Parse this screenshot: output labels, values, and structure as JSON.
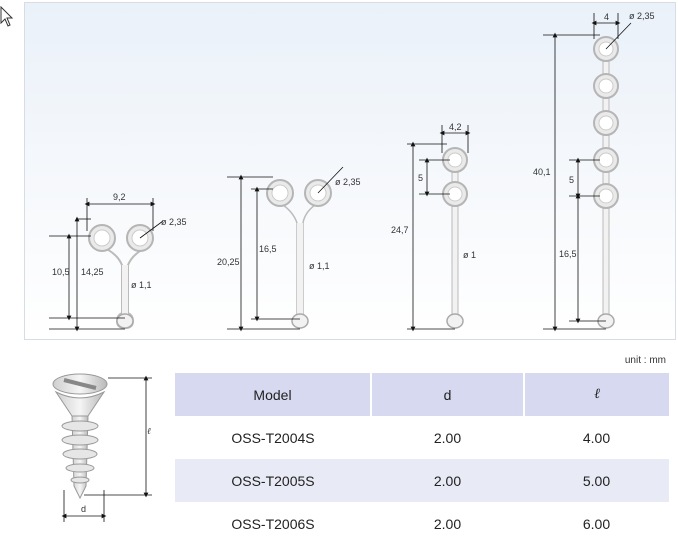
{
  "figure": {
    "plates": [
      {
        "dims": {
          "width": "9,2",
          "hole_dia": "ø 2,35",
          "len_a": "10,5",
          "len_b": "14,25",
          "stem_dia": "ø 1,1"
        }
      },
      {
        "dims": {
          "hole_dia": "ø 2,35",
          "len_a": "16,5",
          "len_b": "20,25",
          "stem_dia": "ø 1,1"
        }
      },
      {
        "dims": {
          "width": "4,2",
          "pitch": "5",
          "len": "24,7",
          "stem_dia": "ø 1"
        }
      },
      {
        "dims": {
          "width": "4",
          "hole_dia": "ø 2,35",
          "pitch": "5",
          "len_a": "16,5",
          "len_b": "40,1"
        }
      }
    ]
  },
  "screw_figure": {
    "length_label": "ℓ",
    "diameter_label": "d"
  },
  "unit_label": "unit : mm",
  "spec_table": {
    "headers": [
      "Model",
      "d",
      "ℓ"
    ],
    "rows": [
      [
        "OSS-T2004S",
        "2.00",
        "4.00"
      ],
      [
        "OSS-T2005S",
        "2.00",
        "5.00"
      ],
      [
        "OSS-T2006S",
        "2.00",
        "6.00"
      ]
    ]
  },
  "colors": {
    "table_header": "#d6d9ef",
    "table_band": "#e8eaf5"
  },
  "icons": [
    "mouse-pointer-icon"
  ]
}
